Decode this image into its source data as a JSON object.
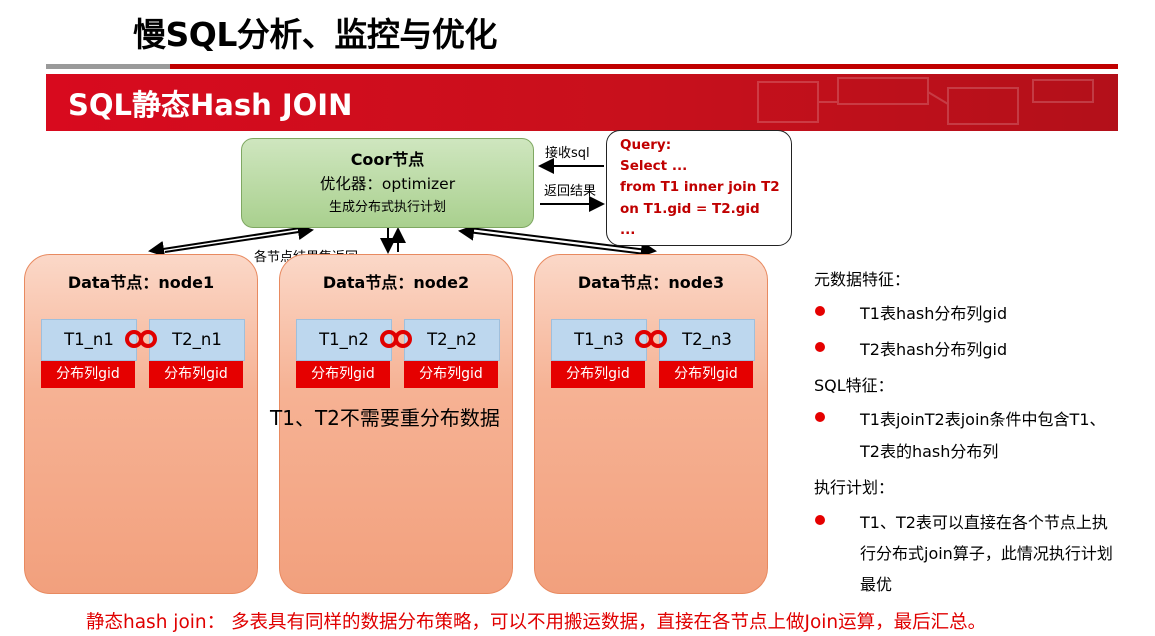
{
  "title": "慢SQL分析、监控与优化",
  "banner_title": "SQL静态Hash JOIN",
  "coordinator": {
    "name": "Coor节点",
    "optimizer": "优化器：optimizer",
    "plan": "生成分布式执行计划"
  },
  "arrows": {
    "receive_sql": "接收sql",
    "return_result": "返回结果",
    "node_results": "各节点结果集返回"
  },
  "query": {
    "lines": [
      "Query:",
      "Select ...",
      "from T1 inner join T2",
      "on T1.gid = T2.gid",
      "..."
    ]
  },
  "nodes": [
    {
      "title": "Data节点：node1",
      "t1": "T1_n1",
      "t2": "T2_n1",
      "dist1": "分布列gid",
      "dist2": "分布列gid"
    },
    {
      "title": "Data节点：node2",
      "t1": "T1_n2",
      "t2": "T2_n2",
      "dist1": "分布列gid",
      "dist2": "分布列gid"
    },
    {
      "title": "Data节点：node3",
      "t1": "T1_n3",
      "t2": "T2_n3",
      "dist1": "分布列gid",
      "dist2": "分布列gid"
    }
  ],
  "center_note": "T1、T2不需要重分布数据",
  "side": {
    "meta_heading": "元数据特征：",
    "meta_items": [
      "T1表hash分布列gid",
      "T2表hash分布列gid"
    ],
    "sql_heading": "SQL特征：",
    "sql_items": [
      "T1表joinT2表join条件中包含T1、",
      "T2表的hash分布列"
    ],
    "plan_heading": "执行计划：",
    "plan_items": [
      "T1、T2表可以直接在各个节点上执",
      "行分布式join算子，此情况执行计划",
      "最优"
    ]
  },
  "footer": "静态hash join：  多表具有同样的数据分布策略，可以不用搬运数据，直接在各节点上做Join运算，最后汇总。",
  "colors": {
    "accent_red": "#c00000",
    "coor_green": "#a9d08e",
    "node_orange": "#f4b084",
    "table_blue": "#bdd7ee"
  }
}
